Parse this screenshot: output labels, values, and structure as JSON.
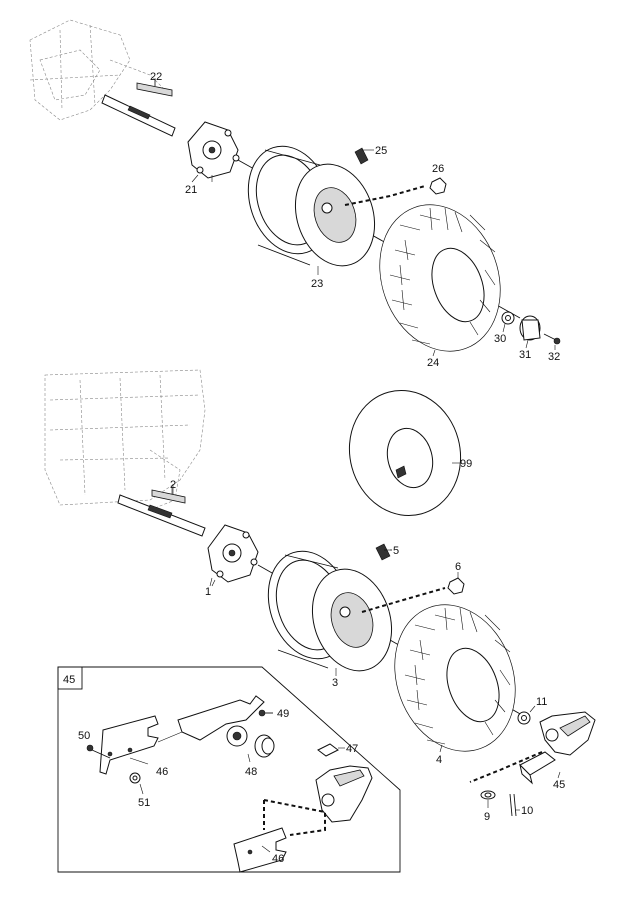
{
  "labels": {
    "p1": "1",
    "p2": "2",
    "p3": "3",
    "p4": "4",
    "p5": "5",
    "p6": "6",
    "p9": "9",
    "p10": "10",
    "p11": "11",
    "p21": "21",
    "p22": "22",
    "p23": "23",
    "p24": "24",
    "p25": "25",
    "p26": "26",
    "p30": "30",
    "p31": "31",
    "p32": "32",
    "p45": "45",
    "p45box": "45",
    "p46a": "46",
    "p46b": "46",
    "p47": "47",
    "p48": "48",
    "p49": "49",
    "p50": "50",
    "p51": "51",
    "p99": "99"
  },
  "colors": {
    "line": "#111111",
    "background": "#ffffff",
    "shade": "#d8d8d8"
  }
}
